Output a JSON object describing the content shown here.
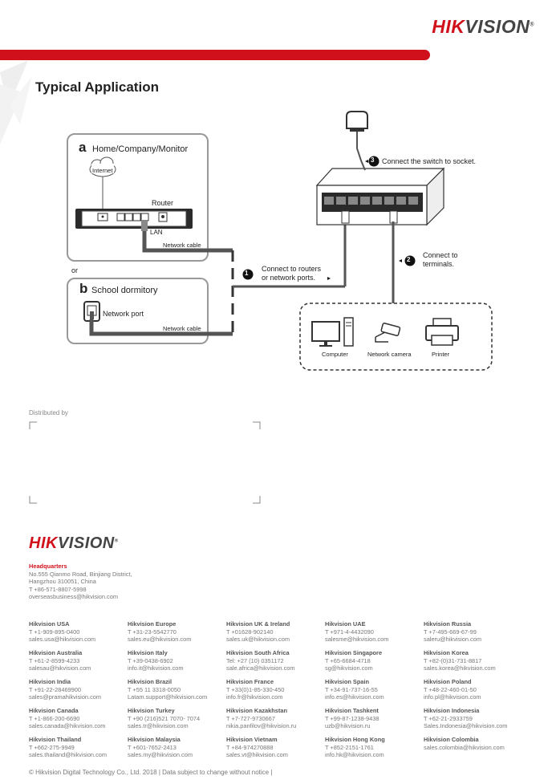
{
  "header": {
    "logo_hik": "HIK",
    "logo_vision": "VISION",
    "logo_mark": "®"
  },
  "section_title": "Typical Application",
  "diagram": {
    "panel_a_letter": "a",
    "panel_a_title": "Home/Company/Monitor",
    "internet": "Internet",
    "router": "Router",
    "lan": "LAN",
    "network_cable": "Network cable",
    "or": "or",
    "panel_b_letter": "b",
    "panel_b_title": "School dormitory",
    "network_port": "Network port",
    "step1_num": "1",
    "step1_line1": "Connect to routers",
    "step1_line2": "or network ports.",
    "step2_num": "2",
    "step2_line1": "Connect to",
    "step2_line2": "terminals.",
    "step3_num": "3",
    "step3_text": "Connect the switch to socket.",
    "terminals": [
      "Computer",
      "Network camera",
      "Printer"
    ]
  },
  "distributed_by": "Distributed by",
  "footer": {
    "logo_hik": "HIK",
    "logo_vision": "VISION",
    "logo_mark": "®",
    "hq": {
      "title": "Headquarters",
      "lines": [
        "No.555 Qianmo Road, Binjiang District,",
        "Hangzhou 310051, China",
        "T +86-571-8807-5998",
        "overseasbusiness@hikvision.com"
      ]
    },
    "offices": [
      [
        "Hikvision USA",
        "T +1-909-895-0400",
        "sales.usa@hikvision.com"
      ],
      [
        "Hikvision Europe",
        "T +31-23-5542770",
        "sales.eu@hikvision.com"
      ],
      [
        "Hikvision UK & Ireland",
        "T +01628-902140",
        "sales.uk@hikvision.com"
      ],
      [
        "Hikvision UAE",
        "T +971-4-4432090",
        "salesme@hikvision.com"
      ],
      [
        "Hikvision Russia",
        "T +7-495-669-67-99",
        "saleru@hikvision.com"
      ],
      [
        "Hikvision Australia",
        "T +61-2-8599-4233",
        "salesau@hikvision.com"
      ],
      [
        "Hikvision Italy",
        "T +39-0438-6902",
        "info.it@hikvision.com"
      ],
      [
        "Hikvision South Africa",
        "Tel: +27 (10) 0351172",
        "sale.africa@hikvision.com"
      ],
      [
        "Hikvision Singapore",
        "T +65-6684-4718",
        "sg@hikvision.com"
      ],
      [
        "Hikvision Korea",
        "T +82-(0)31-731-8817",
        "sales.korea@hikvision.com"
      ],
      [
        "Hikvision India",
        "T +91-22-28469900",
        "sales@pramahikvision.com"
      ],
      [
        "Hikvision Brazil",
        "T +55 11 3318-0050",
        "Latam.support@hikvision.com"
      ],
      [
        "Hikvision France",
        "T +33(0)1-85-330-450",
        "info.fr@hikvision.com"
      ],
      [
        "Hikvision Spain",
        "T +34-91-737-16-55",
        "info.es@hikvision.com"
      ],
      [
        "Hikvision Poland",
        "T +48-22-460-01-50",
        "info.pl@hikvision.com"
      ],
      [
        "Hikvision Canada",
        "T +1-866-200-6690",
        "sales.canada@hikvision.com"
      ],
      [
        "Hikvision Turkey",
        "T +90 (216)521 7070- 7074",
        "sales.tr@hikvision.com"
      ],
      [
        "Hikvision Kazakhstan",
        "T +7-727-9730667",
        "nikia.panfilov@hikvision.ru"
      ],
      [
        "Hikvision Tashkent",
        "T +99-87-1238-9438",
        "uzb@hikvision.ru"
      ],
      [
        "Hikvision Indonesia",
        "T +62-21-2933759",
        "Sales.Indonesia@hikvision.com"
      ],
      [
        "Hikvision Thailand",
        "T +662-275-9949",
        "sales.thailand@hikvision.com"
      ],
      [
        "Hikvision Malaysia",
        "T +601-7652-2413",
        "sales.my@hikvision.com"
      ],
      [
        "Hikvision Vietnam",
        "T +84-974270888",
        "sales.vt@hikvision.com"
      ],
      [
        "Hikvision Hong Kong",
        "T +852-2151-1761",
        "info.hk@hikvision.com"
      ],
      [
        "Hikvision Colombia",
        "sales.colombia@hikvision.com",
        ""
      ]
    ],
    "copyright": "© Hikvision Digital Technology Co., Ltd. 2018 | Data subject to change without notice |"
  }
}
